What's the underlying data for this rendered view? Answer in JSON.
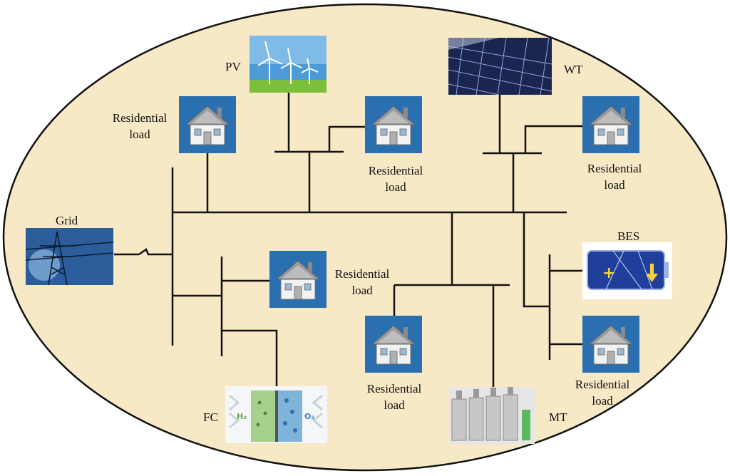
{
  "diagram": {
    "labels": {
      "pv": "PV",
      "wt": "WT",
      "grid": "Grid",
      "bes": "BES",
      "fc": "FC",
      "mt": "MT",
      "residential_line1": "Residential",
      "residential_line2": "load",
      "fc_h2": "H₂",
      "fc_o2": "O₂"
    },
    "colors": {
      "background_ellipse": "#f7e8c6",
      "ellipse_stroke": "#111111",
      "bus_line": "#111111",
      "house_tile": "#2a6fb0",
      "house_body": "#f2f2f2",
      "house_roof": "#8a8a8a",
      "pv_sky": "#4d9bd6",
      "pv_grass": "#7bbf3a",
      "wt_panel": "#1a2650",
      "grid_sky": "#2b5d9a",
      "bes_case": "#1f3f9a",
      "fc_left": "#a8d08d",
      "fc_right": "#7fb3d9",
      "mt_body": "#cfcfcf"
    }
  }
}
